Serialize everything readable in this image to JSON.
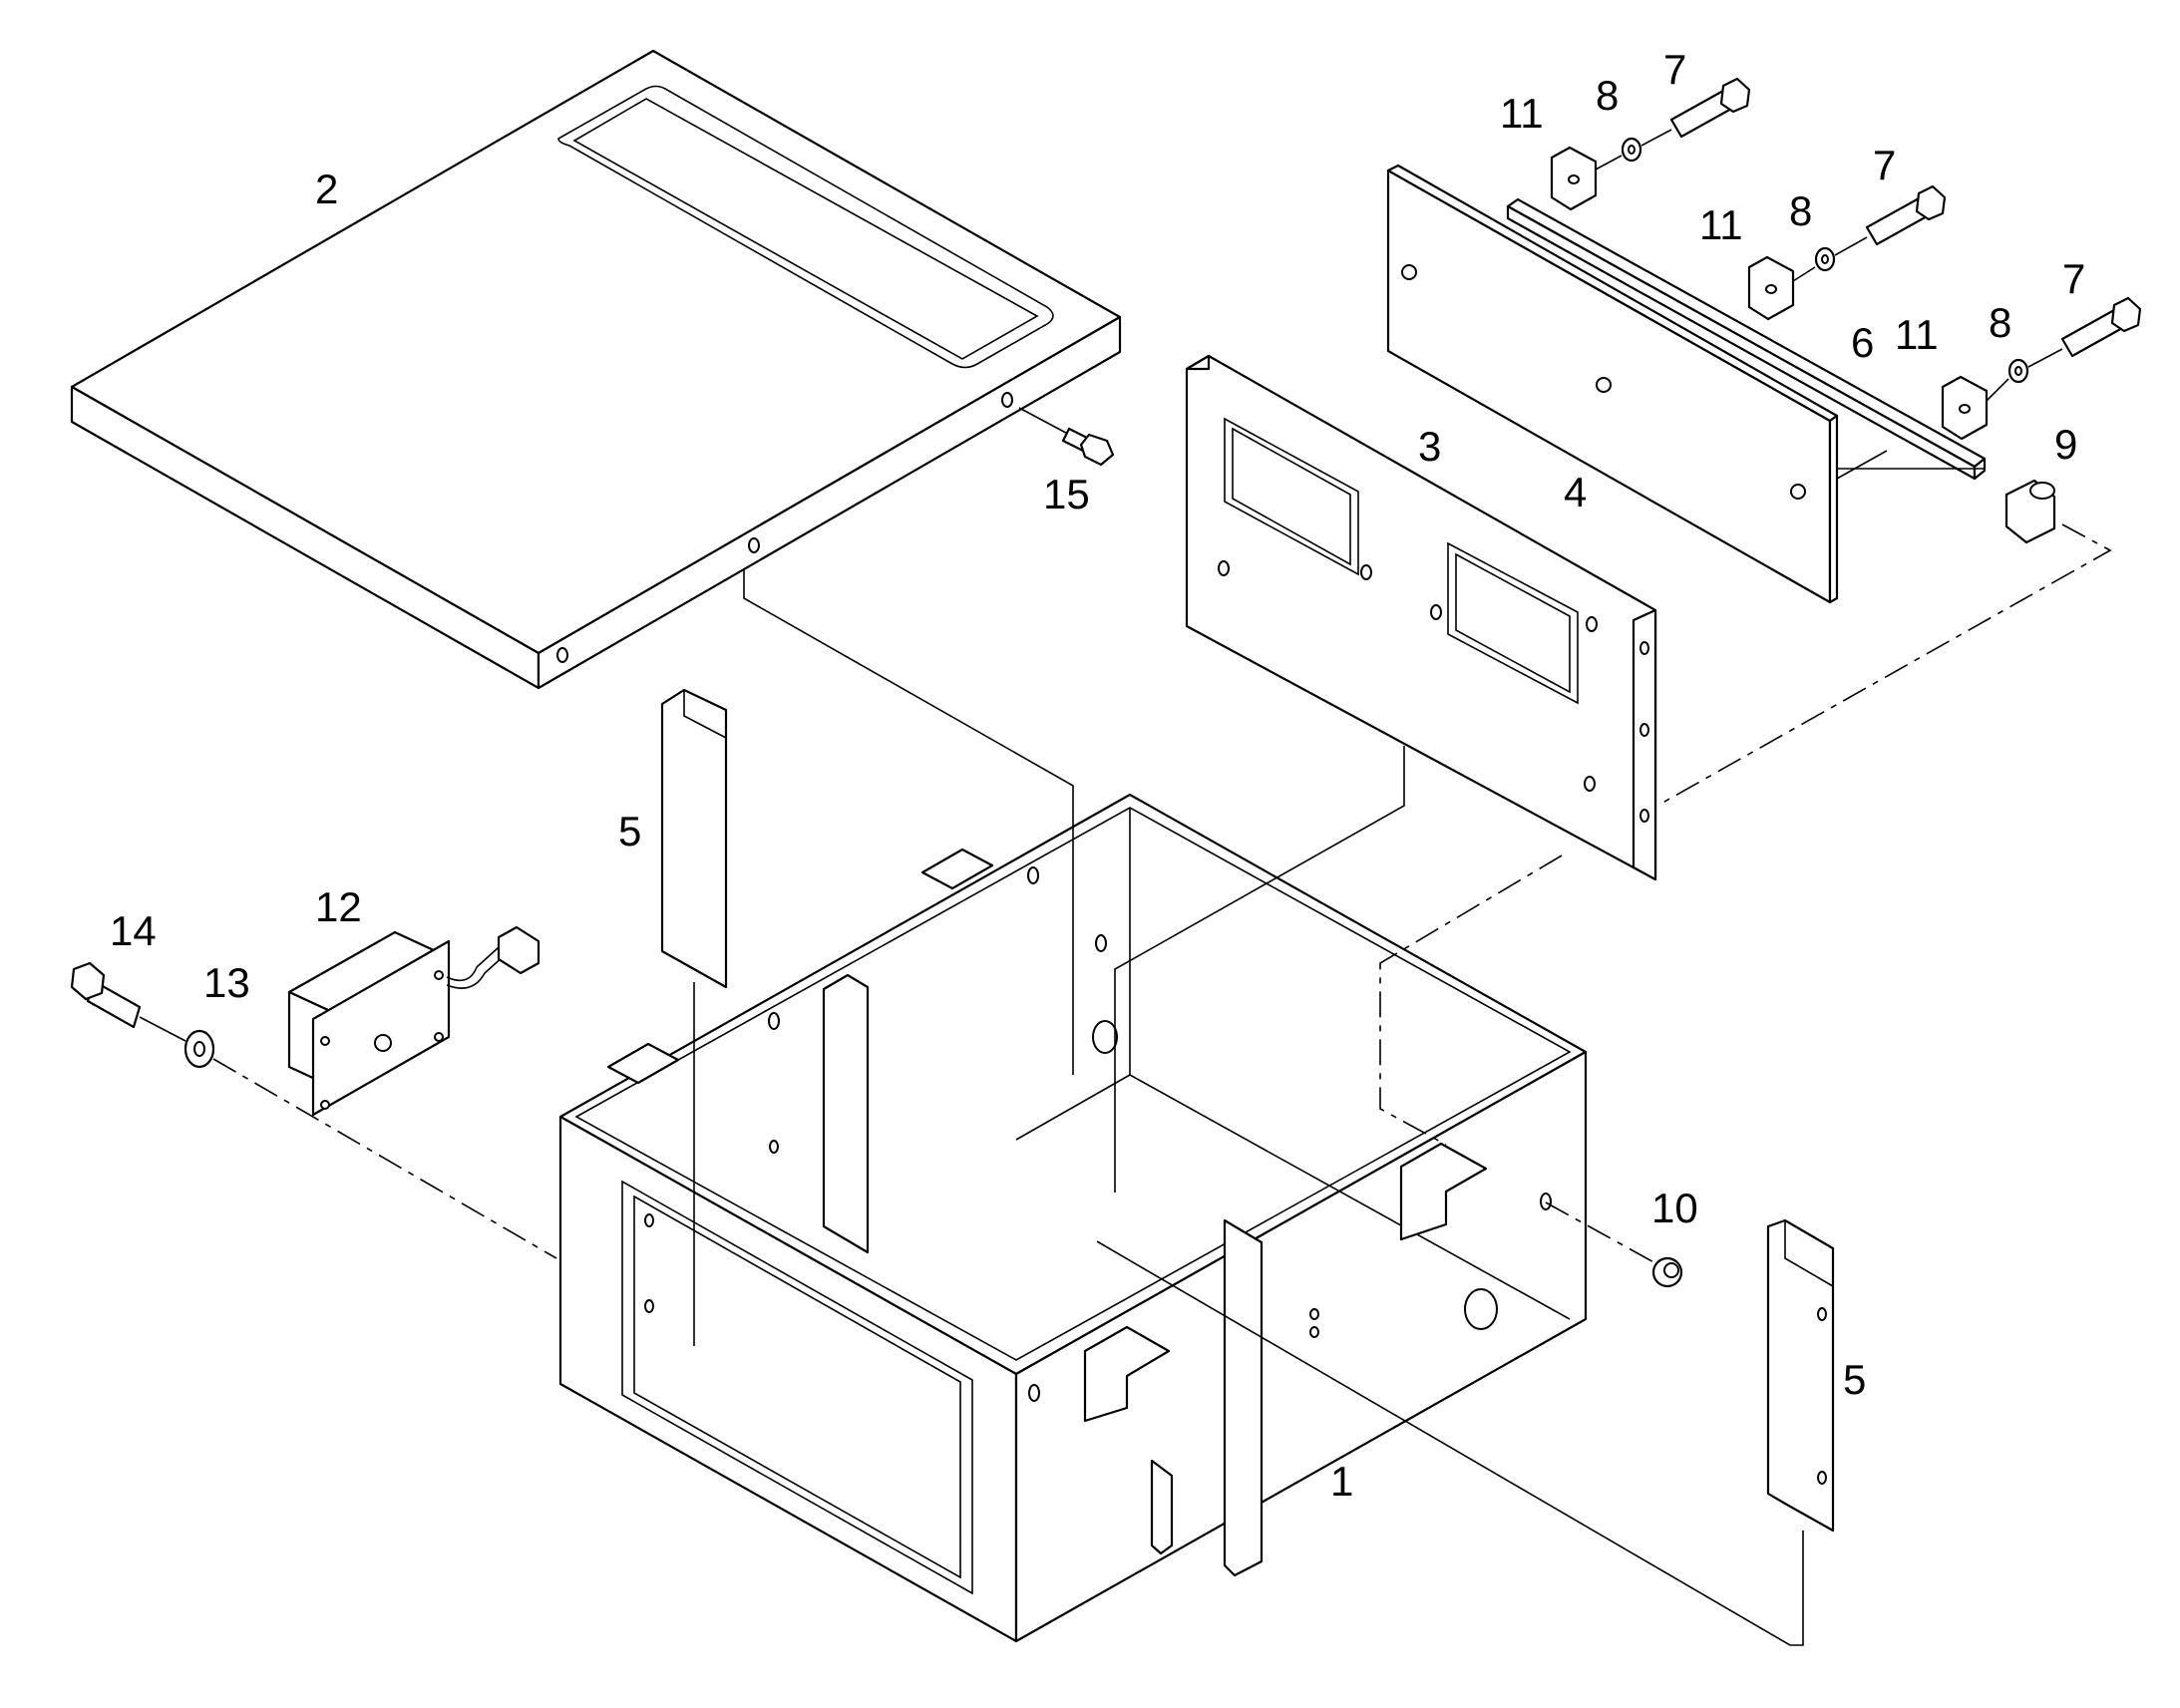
{
  "callouts": {
    "c1": "1",
    "c2": "2",
    "c3": "3",
    "c4": "4",
    "c5a": "5",
    "c5b": "5",
    "c6": "6",
    "c7a": "7",
    "c7b": "7",
    "c7c": "7",
    "c8a": "8",
    "c8b": "8",
    "c8c": "8",
    "c9": "9",
    "c10": "10",
    "c11a": "11",
    "c11b": "11",
    "c11c": "11",
    "c12": "12",
    "c13": "13",
    "c14": "14",
    "c15": "15"
  }
}
